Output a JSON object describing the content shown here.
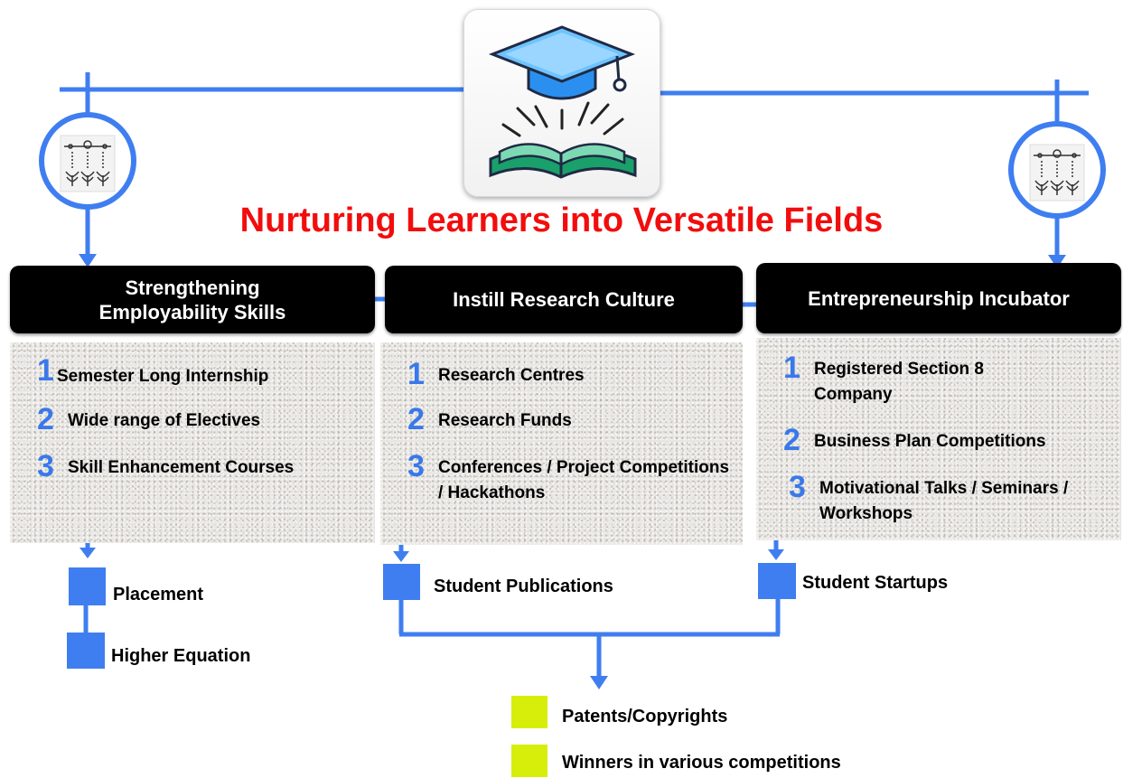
{
  "title": "Nurturing Learners into Versatile Fields",
  "colors": {
    "accent": "#3f7ef0",
    "title": "#f20d0d",
    "yellow": "#d7ee0a",
    "header_bg": "#000000"
  },
  "icons": {
    "center": "graduation-cap-book-icon",
    "left": "irrigation-plants-icon",
    "right": "irrigation-plants-icon"
  },
  "columns": [
    {
      "header": "Strengthening Employability Skills",
      "items": [
        {
          "num": "1",
          "text": "Semester Long Internship"
        },
        {
          "num": "2",
          "text": "Wide range of Electives"
        },
        {
          "num": "3",
          "text": "Skill Enhancement Courses"
        }
      ],
      "outcomes": [
        "Placement",
        "Higher Equation"
      ]
    },
    {
      "header": "Instill Research Culture",
      "items": [
        {
          "num": "1",
          "text": "Research Centres"
        },
        {
          "num": "2",
          "text": "Research Funds"
        },
        {
          "num": "3",
          "text": "Conferences / Project Competitions / Hackathons"
        }
      ],
      "outcomes": [
        "Student Publications"
      ]
    },
    {
      "header": "Entrepreneurship Incubator",
      "items": [
        {
          "num": "1",
          "text": "Registered Section 8 Company"
        },
        {
          "num": "2",
          "text": "Business Plan Competitions"
        },
        {
          "num": "3",
          "text": "Motivational Talks / Seminars / Workshops"
        }
      ],
      "outcomes": [
        "Student Startups"
      ]
    }
  ],
  "results": [
    "Patents/Copyrights",
    "Winners in various competitions"
  ]
}
